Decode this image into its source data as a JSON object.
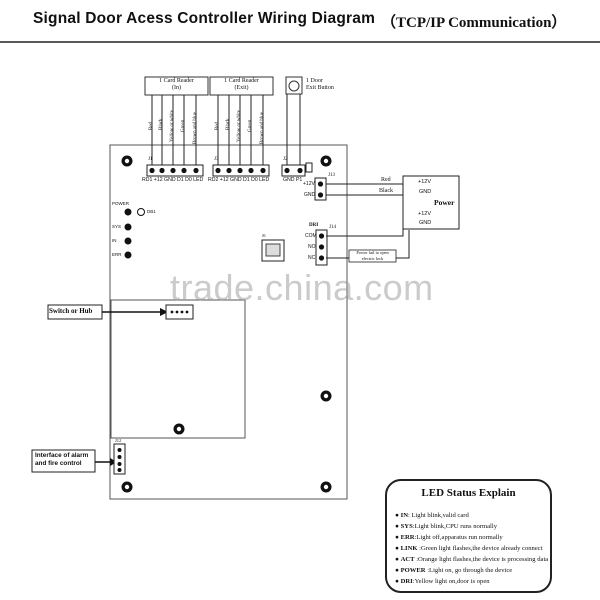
{
  "header": {
    "title": "Signal Door Acess Controller Wiring Diagram",
    "subtitle": "（TCP/IP  Communication）"
  },
  "card_reader_in": {
    "title": "1 Card Reader",
    "sub": "(In)"
  },
  "card_reader_exit": {
    "title": "1 Card Reader",
    "sub": "(Exit)"
  },
  "exit_button": {
    "line1": "1 Door",
    "line2": "Exit Button"
  },
  "wire_colors": [
    "Red",
    "Black",
    "Yellow or white",
    "Green",
    "Brown and blue"
  ],
  "connectors": {
    "j1": "J1",
    "j3": "J3",
    "j2": "J2",
    "j13": "J13",
    "j14": "J14",
    "j6": "J6",
    "j12": "J12",
    "reader1_pins": "RD1 +12  GND   D1    D0   LED",
    "reader2_pins": "RD2 +12  GND   D1    D0   LED",
    "button_pins": "GND   P1",
    "power_in_pins": [
      "+12V",
      "GND"
    ],
    "relay_pins": [
      "COM",
      "NO",
      "NC"
    ],
    "dri": "DRI"
  },
  "status_leds": [
    "POWER",
    "SYS",
    "IN",
    "ERR"
  ],
  "status_led_extra": "DB1",
  "power_box": {
    "label": "Power",
    "top": [
      "+12V",
      "GND"
    ],
    "bottom": [
      "+12V",
      "GND"
    ]
  },
  "power_wires": [
    "Red",
    "Black"
  ],
  "lock_note": {
    "line1": "Power fail to open",
    "line2": "electric lock"
  },
  "switch_hub": "Switch or Hub",
  "alarm_box": {
    "line1": "Interface of alarm",
    "line2": "and fire control"
  },
  "watermark": "trade.china.com",
  "led_panel": {
    "title": "LED Status Explain",
    "rows": [
      {
        "key": "IN",
        "text": ": Light blink,valid card"
      },
      {
        "key": "SYS",
        "text": ":Light blink,CPU runs normally"
      },
      {
        "key": "ERR",
        "text": ":Light off,apparatus run normally"
      },
      {
        "key": "LINK",
        "text": " :Green light flashes,the device already connect"
      },
      {
        "key": "ACT",
        "text": " :Orange light flashes,the device is processing data"
      },
      {
        "key": "POWER",
        "text": " :Light on, go through the device"
      },
      {
        "key": "DRI",
        "text": ":Yellow light on,door is open"
      }
    ]
  }
}
